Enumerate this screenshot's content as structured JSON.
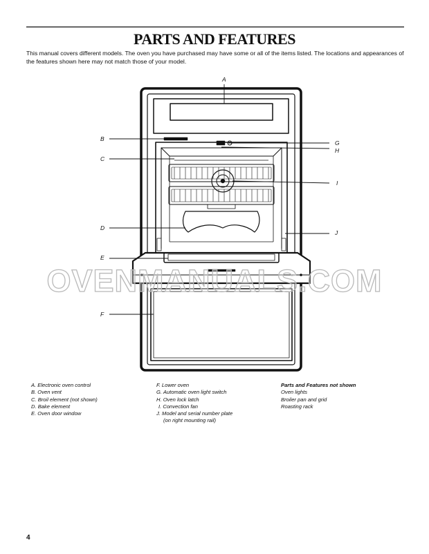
{
  "page": {
    "title": "PARTS AND FEATURES",
    "intro": "This manual covers different models. The oven you have purchased may have some or all of the items listed. The locations and appearances of the features shown here may not match those of your model.",
    "page_number": "4",
    "watermark": "OVENMANUALS.COM"
  },
  "diagram": {
    "callouts": [
      "A",
      "B",
      "C",
      "D",
      "E",
      "F",
      "G",
      "H",
      "I",
      "J"
    ]
  },
  "legend": {
    "col1": [
      "A. Electronic oven control",
      "B. Oven vent",
      "C. Broil element (not shown)",
      "D. Bake element",
      "E. Oven door window"
    ],
    "col2": [
      "F. Lower oven",
      "G. Automatic oven light switch",
      "H. Oven lock latch",
      "I. Convection fan",
      "J. Model and serial number plate",
      "(on right mounting rail)"
    ],
    "col3_heading": "Parts and Features not shown",
    "col3": [
      "Oven lights",
      "Broiler pan and grid",
      "Roasting rack"
    ]
  }
}
